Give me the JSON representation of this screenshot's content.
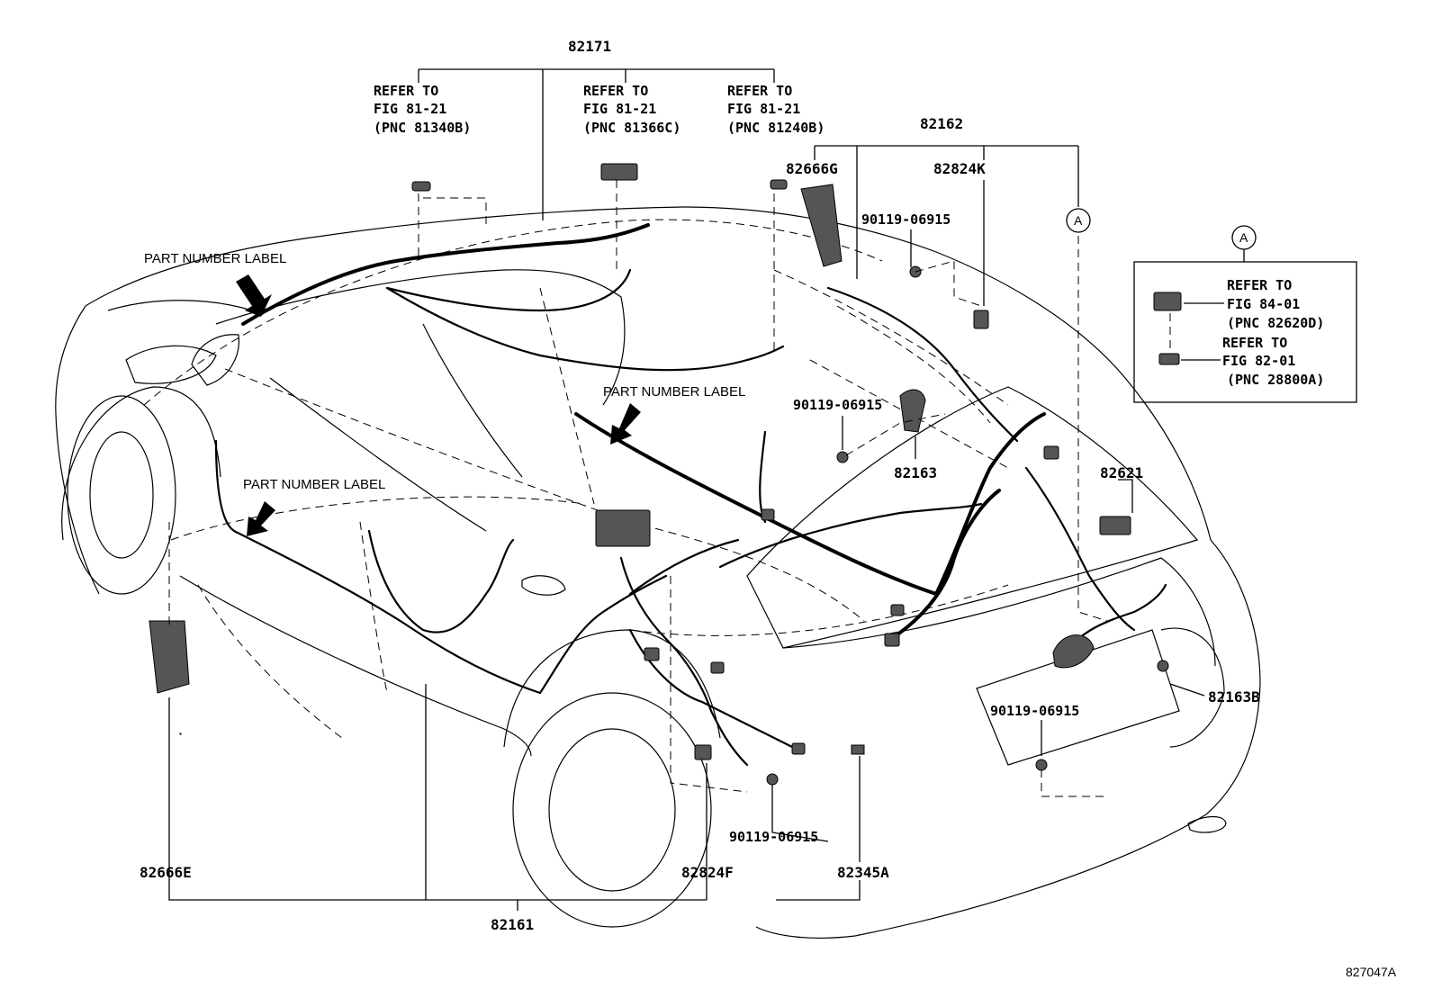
{
  "part_numbers": {
    "p82171": "82171",
    "p82162": "82162",
    "p82666G": "82666G",
    "p82824K": "82824K",
    "p90119_1": "90119-06915",
    "p90119_2": "90119-06915",
    "p82163": "82163",
    "p82621": "82621",
    "p90119_3": "90119-06915",
    "p82163B": "82163B",
    "p90119_4": "90119-06915",
    "p82666E": "82666E",
    "p82824F": "82824F",
    "p82345A": "82345A",
    "p82161": "82161"
  },
  "refs": {
    "left": {
      "l1": "REFER TO",
      "l2": "FIG 81-21",
      "l3": "(PNC 81340B)"
    },
    "mid": {
      "l1": "REFER TO",
      "l2": "FIG 81-21",
      "l3": "(PNC 81366C)"
    },
    "right": {
      "l1": "REFER TO",
      "l2": "FIG 81-21",
      "l3": "(PNC 81240B)"
    },
    "inset1": {
      "l1": "REFER TO",
      "l2": "FIG 84-01",
      "l3": "(PNC 82620D)"
    },
    "inset2": {
      "l1": "REFER TO",
      "l2": "FIG 82-01",
      "l3": "(PNC 28800A)"
    }
  },
  "labels": {
    "part_number_label_1": "PART NUMBER LABEL",
    "part_number_label_2": "PART NUMBER LABEL",
    "part_number_label_3": "PART NUMBER LABEL"
  },
  "callout_letter": "A",
  "inset_letter": "A",
  "figure_code": "827047A"
}
